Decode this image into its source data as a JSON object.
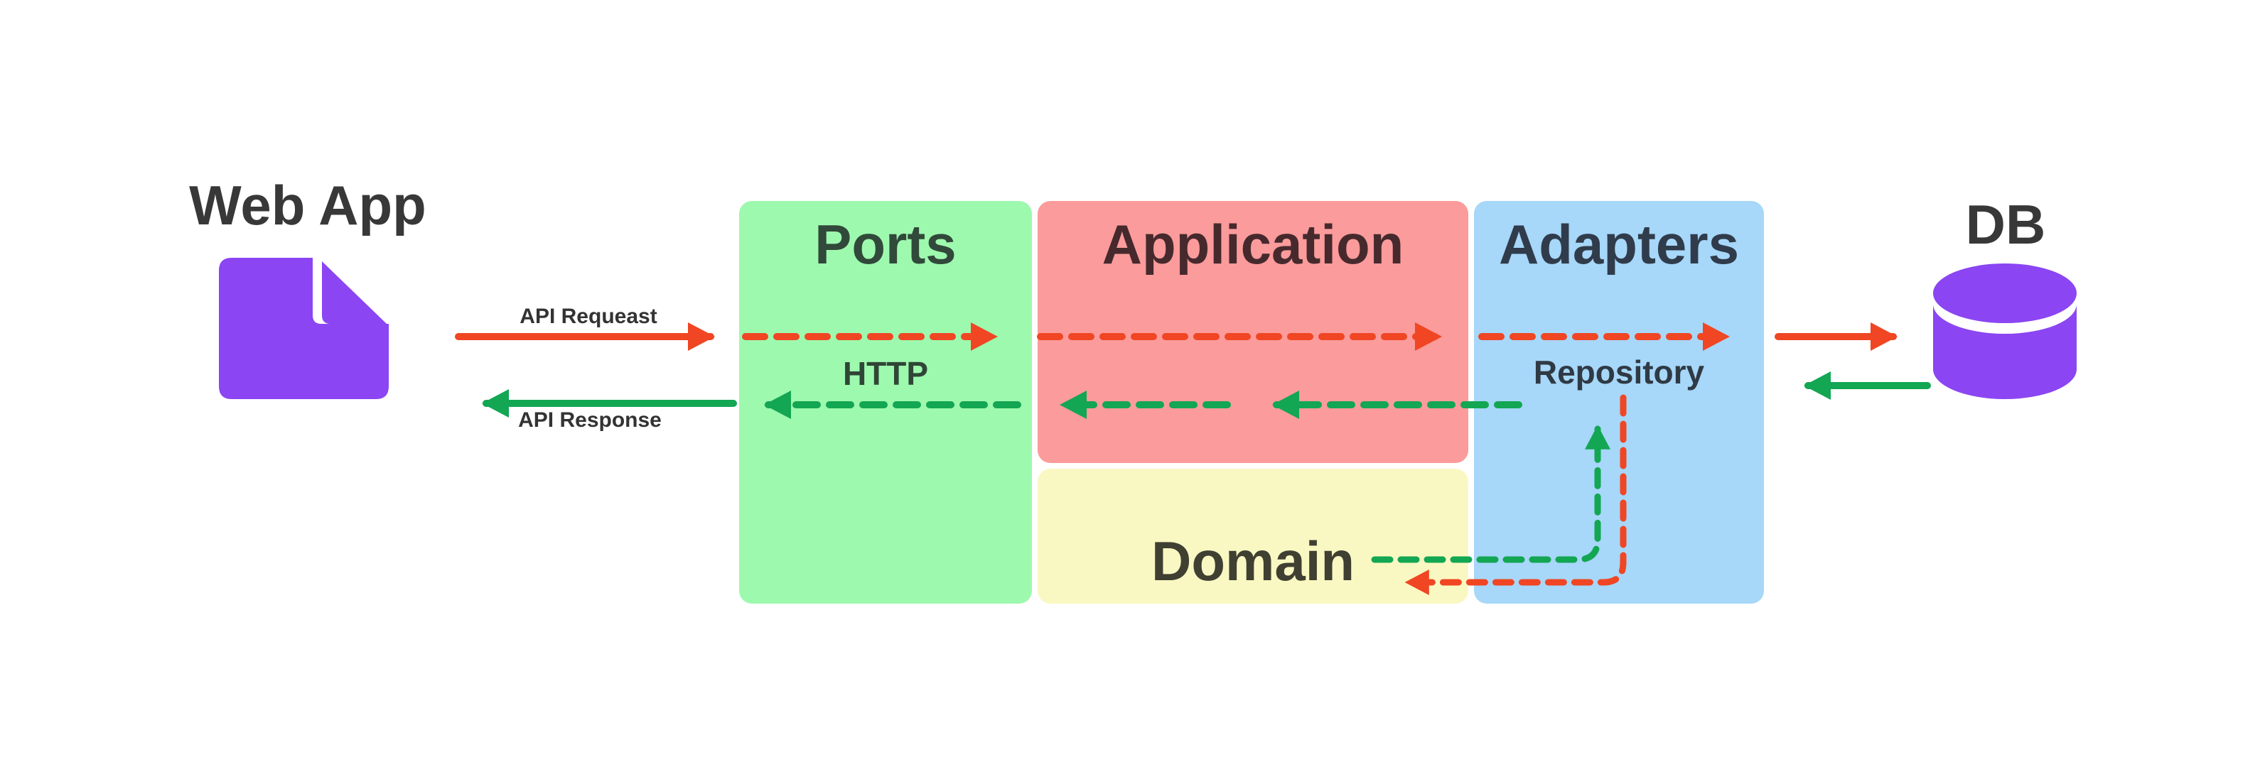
{
  "diagram": {
    "title_hint": "Hexagonal architecture (ports and adapters) flow diagram",
    "nodes": {
      "web_app": {
        "label": "Web App",
        "icon": "document-icon",
        "color": "#8B45F2"
      },
      "db": {
        "label": "DB",
        "icon": "database-cylinder-icon",
        "color": "#8B45F2"
      }
    },
    "layers": {
      "ports": {
        "label": "Ports",
        "color": "#9DF9AE"
      },
      "application": {
        "label": "Application",
        "color": "#FB9B9B"
      },
      "adapters": {
        "label": "Adapters",
        "color": "#A7D7F9"
      },
      "domain": {
        "label": "Domain",
        "color": "#FAF8C2"
      }
    },
    "flows": {
      "request": {
        "label": "API Requeast",
        "via_label": "HTTP",
        "color": "#F04623",
        "direction": "left-to-right",
        "style": "solid-then-dashed"
      },
      "response": {
        "label": "API Response",
        "color": "#13A653",
        "direction": "right-to-left",
        "style": "dashed-then-solid"
      },
      "repository_label": "Repository"
    }
  }
}
